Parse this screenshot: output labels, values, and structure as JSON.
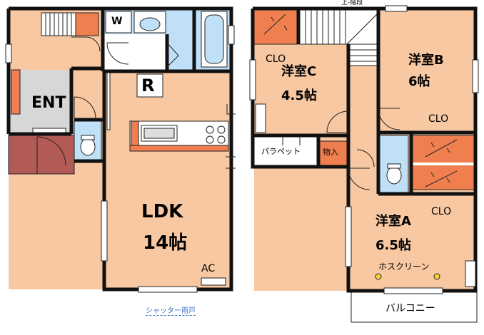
{
  "colors": {
    "room": "#f8c8a2",
    "entrance_gray": "#d7d7d7",
    "porch_red": "#b25a55",
    "accent_orange": "#f07f4f",
    "water_blue": "#bfe0f6",
    "wall": "#111111",
    "caption_blue": "#3a6fc4"
  },
  "labels": {
    "stairs_top": "上-階段",
    "washer": "W",
    "refrigerator": "R",
    "entrance": "ENT",
    "ldk": "LDK",
    "ldk_size": "14帖",
    "aircon": "AC",
    "shutter": "シャッター雨戸",
    "room_c": "洋室C",
    "room_c_size": "4.5帖",
    "clo_c": "CLO",
    "room_b": "洋室B",
    "room_b_size": "6帖",
    "clo_b": "CLO",
    "parapet": "パラペット",
    "storage": "物入",
    "room_a": "洋室A",
    "room_a_size": "6.5帖",
    "clo_a": "CLO",
    "hos_screen": "ホスクリーン",
    "balcony": "バルコニー"
  }
}
